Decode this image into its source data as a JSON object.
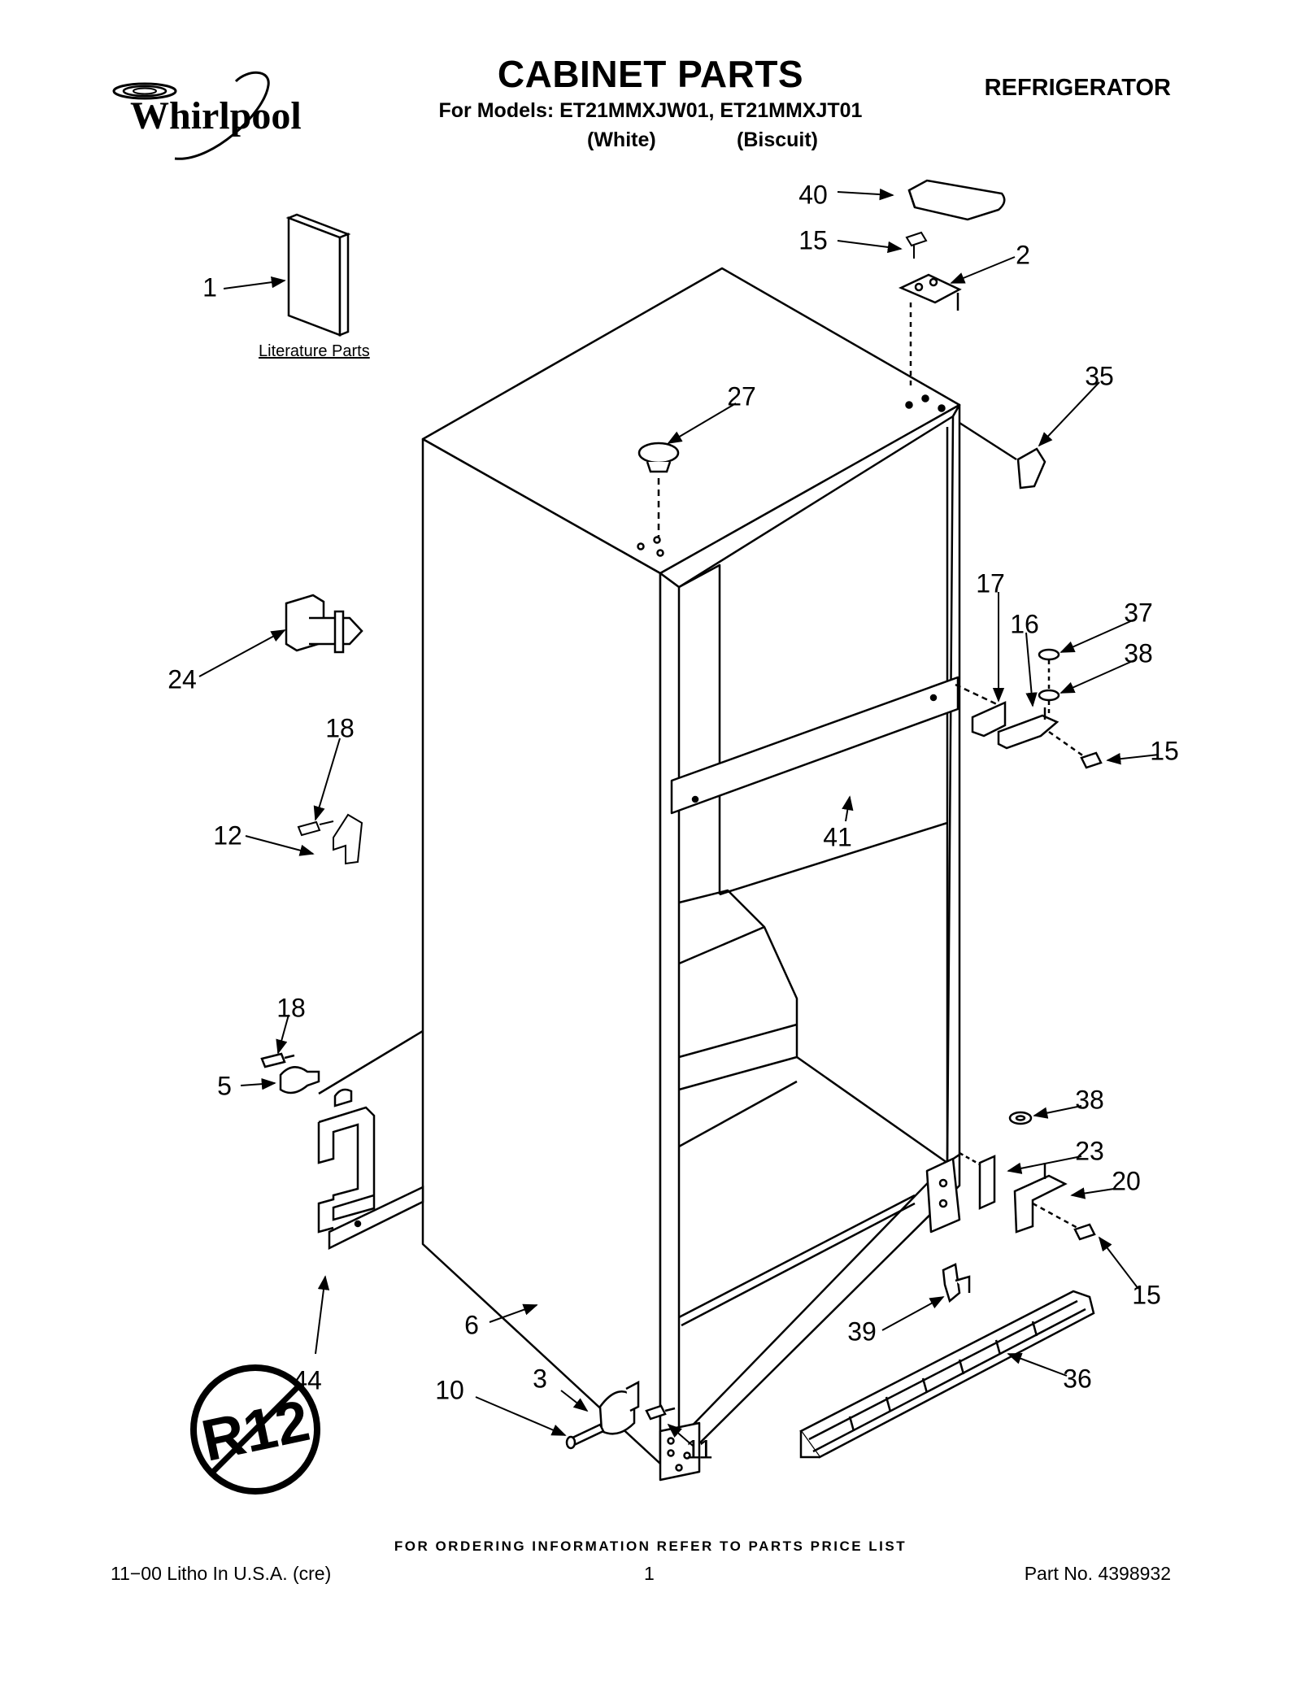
{
  "header": {
    "brand": "Whirlpool",
    "title": "CABINET PARTS",
    "models_line": "For Models: ET21MMXJW01, ET21MMXJT01",
    "variant_1": "(White)",
    "variant_2": "(Biscuit)",
    "category": "REFRIGERATOR"
  },
  "diagram": {
    "literature_label": "Literature Parts",
    "no_refrigerant_symbol": "R12",
    "callouts": [
      "1",
      "40",
      "15",
      "2",
      "35",
      "27",
      "17",
      "16",
      "37",
      "38",
      "15",
      "24",
      "18",
      "12",
      "41",
      "18",
      "5",
      "38",
      "23",
      "20",
      "15",
      "44",
      "6",
      "3",
      "10",
      "11",
      "39",
      "36"
    ]
  },
  "footer": {
    "ordering_note": "FOR ORDERING INFORMATION REFER TO PARTS PRICE LIST",
    "litho": "11−00 Litho In U.S.A. (cre)",
    "page_number": "1",
    "part_number": "Part No. 4398932"
  }
}
